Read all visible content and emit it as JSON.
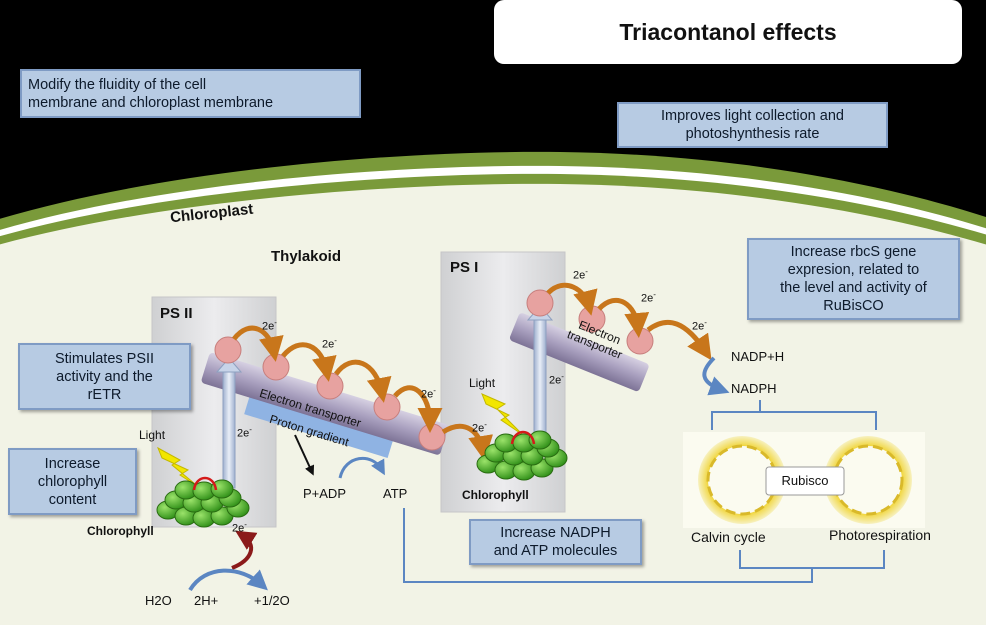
{
  "title": "Triacontanol effects",
  "boxes": {
    "membrane": "Modify the fluidity of the cell\nmembrane and chloroplast membrane",
    "light": "Improves light collection and\nphotoshynthesis rate",
    "rbcs": "Increase rbcS gene\nexpresion, related to\nthe level and activity of\nRuBisCO",
    "psii": "Stimulates PSII\nactivity and the\nrETR",
    "chlorophyll": "Increase\nchlorophyll\ncontent",
    "nadph": "Increase NADPH\nand ATP molecules"
  },
  "labels": {
    "chloroplast": "Chloroplast",
    "thylakoid": "Thylakoid",
    "ps2": "PS II",
    "ps1": "PS I",
    "light": "Light",
    "chlorophyll": "Chlorophyll",
    "electron_transporter": "Electron transporter",
    "electron_transporter_2": "Electron\ntransporter",
    "proton_gradient": "Proton gradient",
    "electron": "2e",
    "superscript_minus": "-",
    "p_adp": "P+ADP",
    "atp": "ATP",
    "h2o": "H2O",
    "h_plus": "2H+",
    "o2": "+1/2O",
    "nadp_h": "NADP+H",
    "nadph": "NADPH",
    "rubisco": "Rubisco",
    "calvin": "Calvin cycle",
    "photorespiration": "Photorespiration"
  },
  "colors": {
    "membrane_green": "#7a9a3a",
    "stroma": "#f2f3e6",
    "box_fill": "#b7cbe3",
    "box_border": "#7f9bc4",
    "photosystem_fill": "#dcdcdc",
    "transporter_fill": "#b7aec9",
    "gradient_fill": "#8fb3e3",
    "node_fill": "#e7a2a0",
    "arrow_orange": "#c8761b",
    "flow_blue": "#5b86c2",
    "chlorophyll_green": "#4caf2a",
    "lightning_yellow": "#f2e600"
  }
}
